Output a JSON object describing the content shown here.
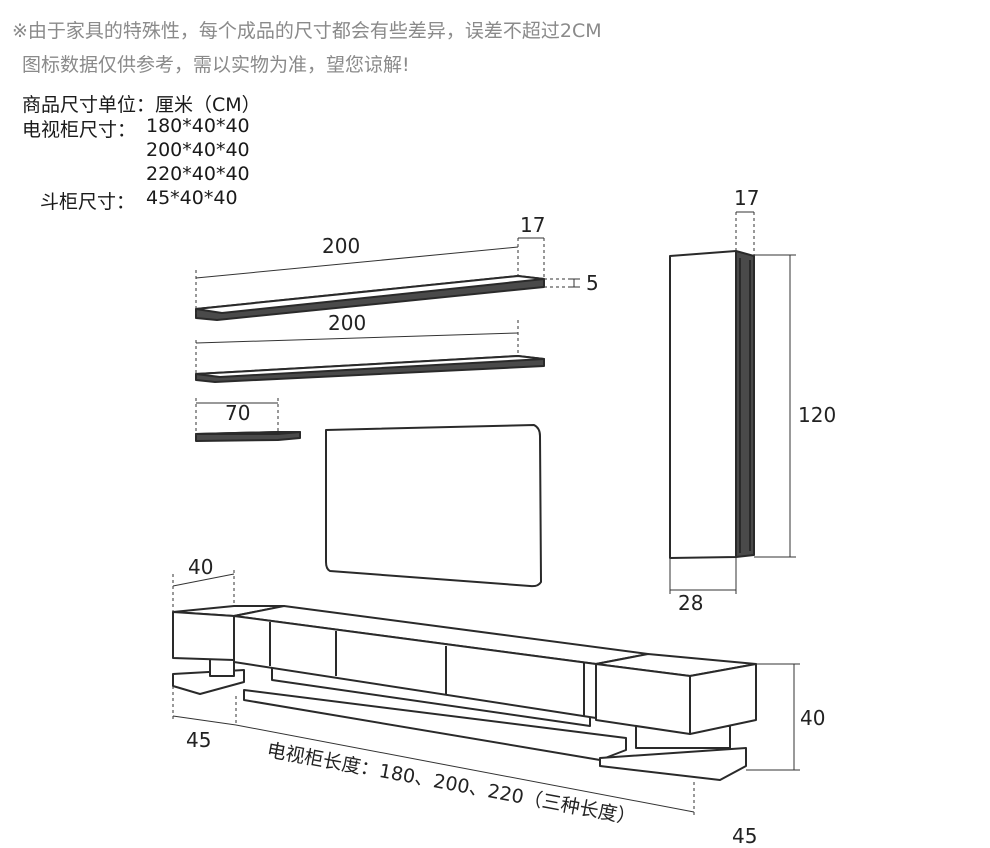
{
  "notice": {
    "line1": "※由于家具的特殊性，每个成品的尺寸都会有些差异，误差不超过2CM",
    "line2": "图标数据仅供参考，需以实物为准，望您谅解!"
  },
  "specs": {
    "unit": "商品尺寸单位：厘米（CM）",
    "tv_label": "电视柜尺寸：",
    "tv_sizes": [
      "180*40*40",
      "200*40*40",
      "220*40*40"
    ],
    "cab_label": "斗柜尺寸：",
    "cab_size": "45*40*40"
  },
  "dimensions": {
    "shelf1_length": "200",
    "shelf1_depth": "17",
    "shelf_thickness": "5",
    "shelf2_length": "200",
    "small_shelf_length": "70",
    "tall_cab_depth": "17",
    "tall_cab_height": "120",
    "tall_cab_width": "28",
    "side_cab_width": "40",
    "tv_cab_height": "40",
    "side_cab_front": "45",
    "side_cab_back": "45"
  },
  "caption": "电视柜长度：180、200、220（三种长度）"
}
